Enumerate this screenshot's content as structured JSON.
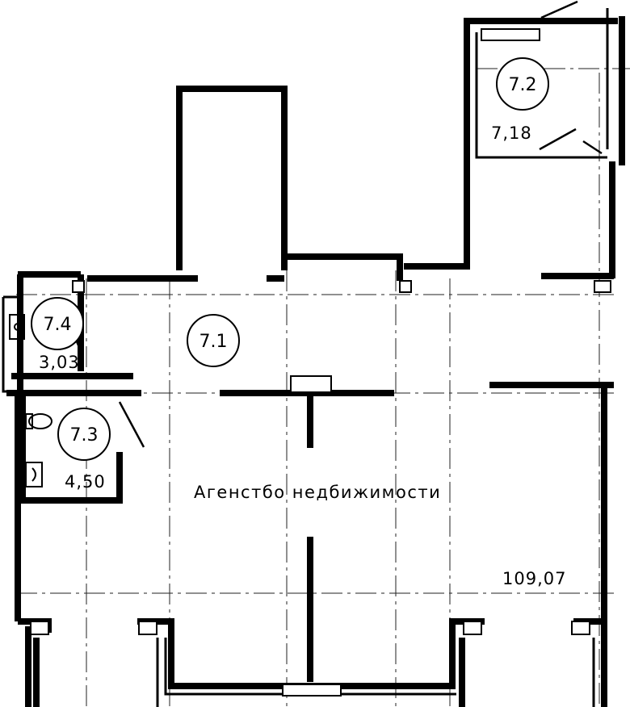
{
  "plan": {
    "caption": "Агенстбо недбижимости",
    "rooms": [
      {
        "id": "7.1",
        "area": "109,07"
      },
      {
        "id": "7.2",
        "area": "7,18"
      },
      {
        "id": "7.3",
        "area": "4,50"
      },
      {
        "id": "7.4",
        "area": "3,03"
      }
    ]
  }
}
